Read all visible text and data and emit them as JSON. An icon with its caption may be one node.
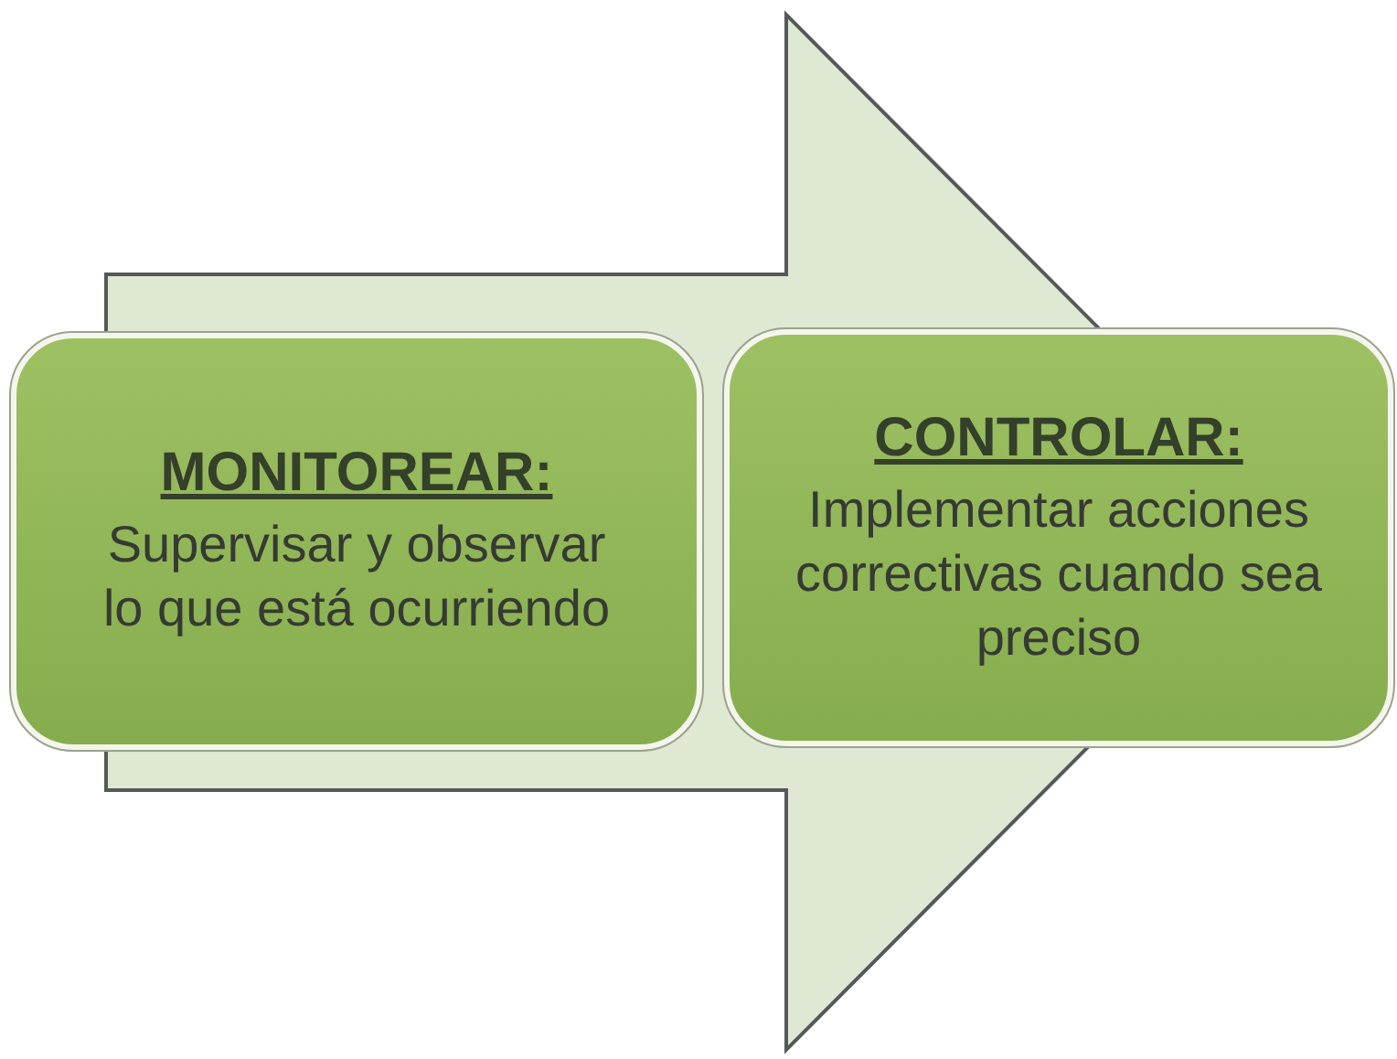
{
  "diagram": {
    "nodes": [
      {
        "text": [
          "MONITOREAR:",
          "Supervisar y observar lo que está ocurriendo"
        ]
      },
      {
        "text": [
          "CONTROLAR:",
          "Implementar acciones correctivas cuando sea preciso"
        ]
      }
    ],
    "edges": [
      {
        "from": 0,
        "to": 1,
        "arrow": "to"
      }
    ]
  }
}
